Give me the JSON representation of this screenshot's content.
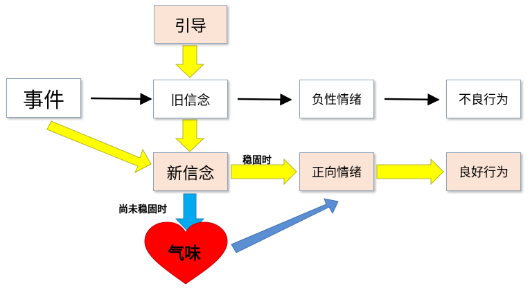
{
  "nodes": {
    "guide": "引导",
    "event": "事件",
    "old_belief": "旧信念",
    "negative_emotion": "负性情绪",
    "bad_behavior": "不良行为",
    "new_belief": "新信念",
    "positive_emotion": "正向情绪",
    "good_behavior": "良好行为",
    "temper": "气味"
  },
  "edge_labels": {
    "stable": "稳固时",
    "not_yet_stable": "尚未稳固时"
  },
  "colors": {
    "box_peach": "#fbe4d5",
    "box_border": "#8fa3b8",
    "arrow_yellow": "#ffff00",
    "arrow_yellow_edge": "#b0b02e",
    "arrow_blue_down": "#00a9f0",
    "arrow_blue_diag": "#5b8fd4",
    "heart_red": "#ff0000"
  }
}
